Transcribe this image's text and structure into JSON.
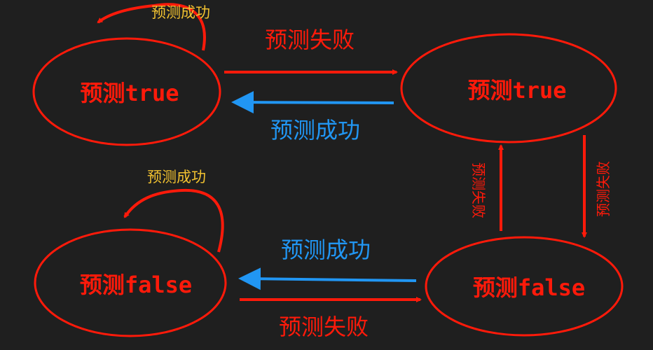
{
  "states": {
    "tl": "预测true",
    "tr": "预测true",
    "bl": "预测false",
    "br": "预测false"
  },
  "edges": {
    "top_fail": "预测失败",
    "top_success": "预测成功",
    "bottom_success": "预测成功",
    "bottom_fail": "预测失败",
    "right_up": "预测失败",
    "right_down": "预测失败",
    "self_tl": "预测成功",
    "self_bl": "预测成功"
  },
  "colors": {
    "red": "#ff1a0a",
    "blue": "#2196f3",
    "yellow": "#f2c230",
    "background": "#1f1f1f"
  }
}
